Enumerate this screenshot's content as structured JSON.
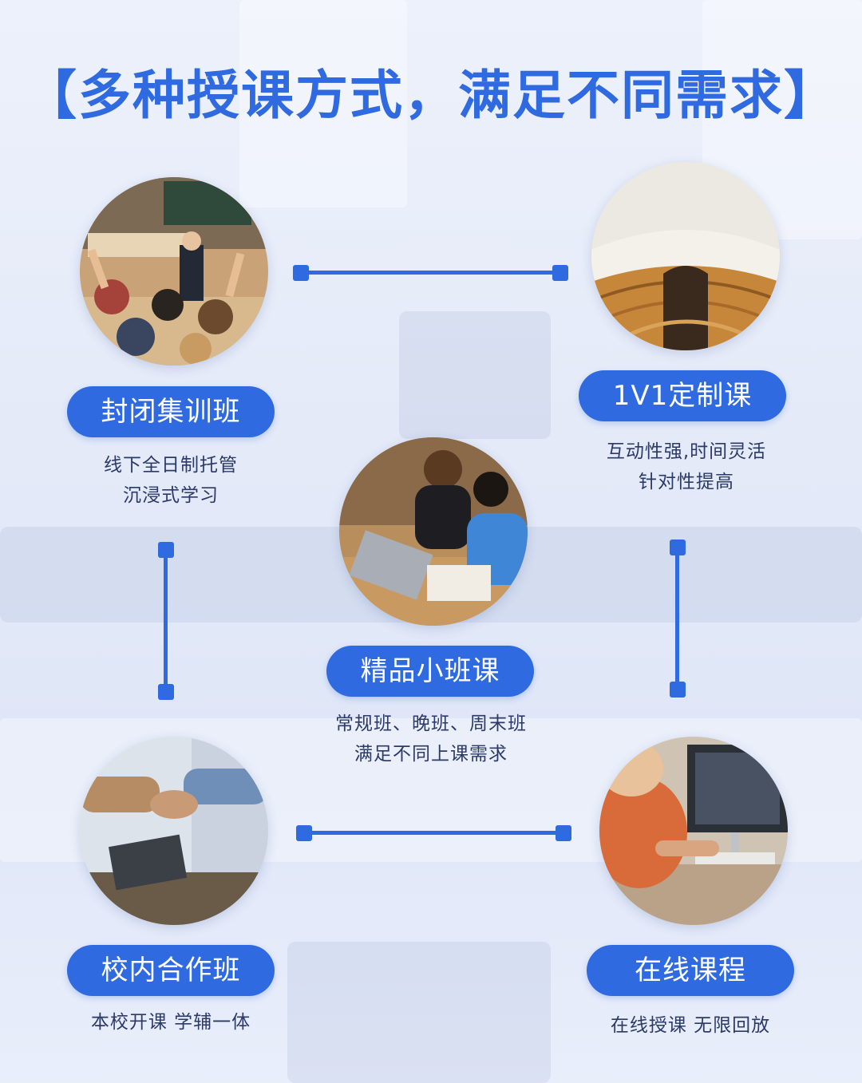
{
  "title": "【多种授课方式，满足不同需求】",
  "colors": {
    "accent": "#2f6ae0",
    "text": "#2b3a66",
    "background": "#e6ecf9"
  },
  "methods": [
    {
      "label": "封闭集训班",
      "lines": [
        "线下全日制托管",
        "沉浸式学习"
      ],
      "image": "classroom-teacher-photo"
    },
    {
      "label": "1V1定制课",
      "lines": [
        "互动性强,时间灵活",
        "针对性提高"
      ],
      "image": "open-book-photo"
    },
    {
      "label": "精品小班课",
      "lines": [
        "常规班、晚班、周末班",
        "满足不同上课需求"
      ],
      "image": "students-laptop-photo"
    },
    {
      "label": "校内合作班",
      "lines": [
        "本校开课 学辅一体"
      ],
      "image": "handshake-photo"
    },
    {
      "label": "在线课程",
      "lines": [
        "在线授课 无限回放"
      ],
      "image": "online-study-photo"
    }
  ]
}
